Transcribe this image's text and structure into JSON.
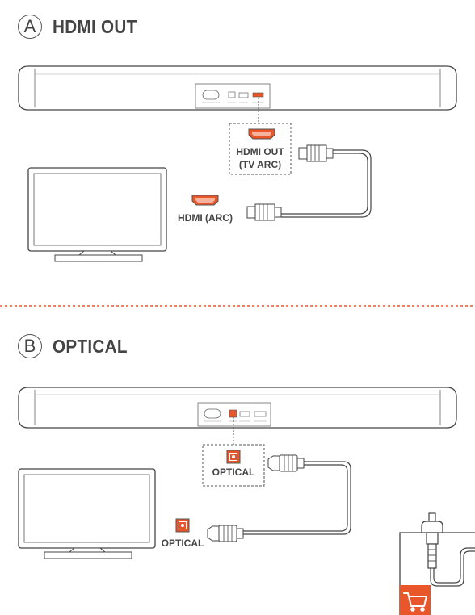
{
  "section_a": {
    "letter": "A",
    "title": "HDMI OUT",
    "soundbar_port_label": "HDMI OUT",
    "soundbar_port_sub": "(TV ARC)",
    "tv_port_label": "HDMI (ARC)"
  },
  "section_b": {
    "letter": "B",
    "title": "OPTICAL",
    "soundbar_port_label": "OPTICAL",
    "tv_port_label": "OPTICAL"
  },
  "colors": {
    "accent": "#e8562a",
    "line": "#555555",
    "divider": "#e8562a"
  },
  "icons": [
    "soundbar",
    "tv",
    "hdmi-port-icon",
    "optical-port-icon",
    "hdmi-cable",
    "optical-cable",
    "shopping-cart-icon"
  ]
}
